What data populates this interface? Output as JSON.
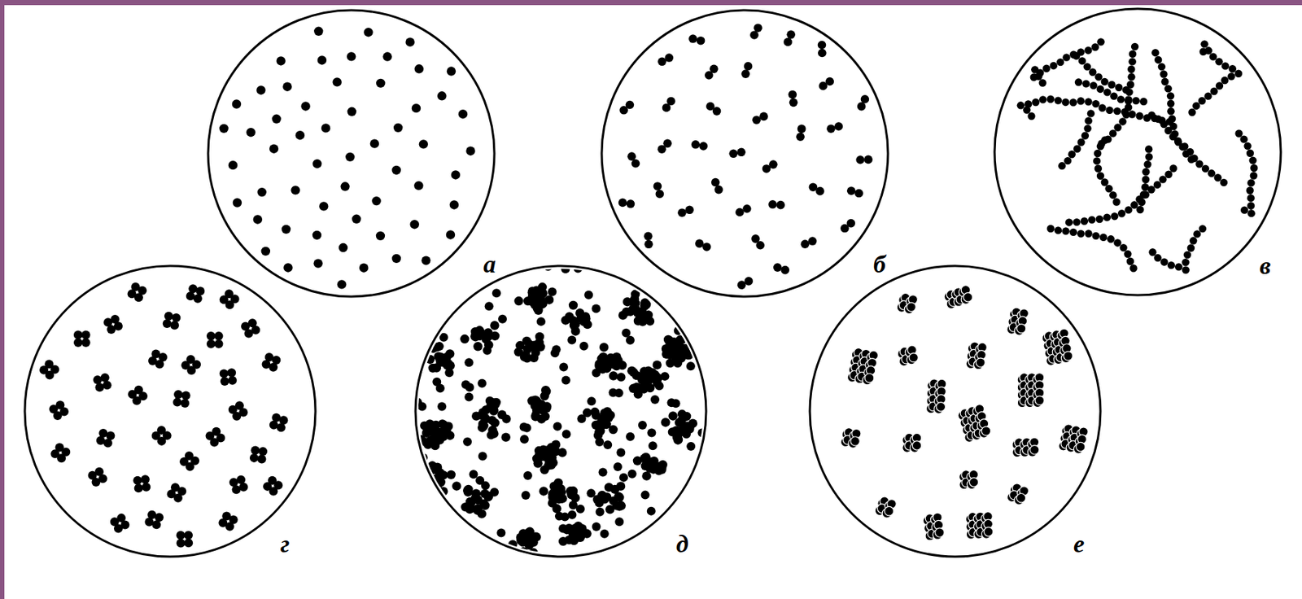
{
  "diagram": {
    "labels": [
      "а",
      "б",
      "в",
      "г",
      "д",
      "е"
    ]
  }
}
